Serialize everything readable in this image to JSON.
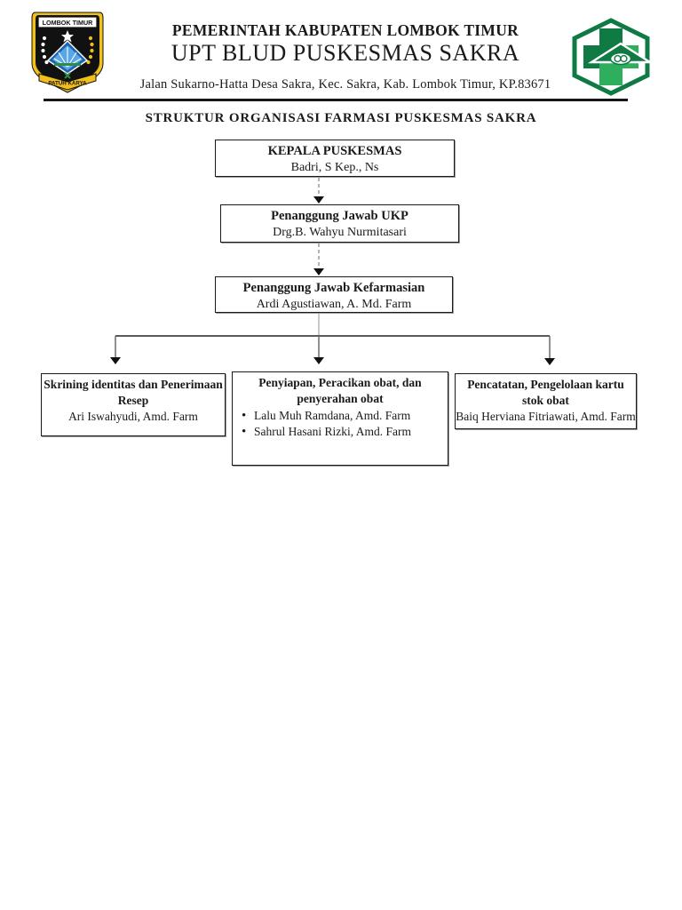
{
  "header": {
    "gov_name": "PEMERINTAH KABUPATEN LOMBOK TIMUR",
    "org_name": "UPT BLUD PUSKESMAS SAKRA",
    "address": "Jalan Sukarno-Hatta Desa Sakra, Kec. Sakra, Kab. Lombok Timur, KP.83671"
  },
  "logos": {
    "left": {
      "banner": "LOMBOK TIMUR",
      "ribbon": "PATUH KARYA"
    },
    "right": {
      "name": "puskesmas-logo"
    }
  },
  "title": "STRUKTUR ORGANISASI FARMASI PUSKESMAS SAKRA",
  "chart": {
    "nodes": [
      {
        "id": "kepala",
        "title": "KEPALA PUSKESMAS",
        "person": "Badri, S Kep., Ns"
      },
      {
        "id": "ukp",
        "title": "Penanggung Jawab UKP",
        "person": "Drg.B. Wahyu Nurmitasari"
      },
      {
        "id": "kefarmasian",
        "title": "Penanggung Jawab Kefarmasian",
        "person": "Ardi Agustiawan, A. Md. Farm"
      },
      {
        "id": "skrining",
        "title": "Skrining identitas dan Penerimaan Resep",
        "person": "Ari Iswahyudi, Amd. Farm"
      },
      {
        "id": "penyiapan",
        "title": "Penyiapan, Peracikan obat, dan penyerahan obat",
        "members": [
          "Lalu Muh Ramdana, Amd. Farm",
          "Sahrul Hasani Rizki, Amd. Farm"
        ]
      },
      {
        "id": "pencatatan",
        "title": "Pencatatan, Pengelolaan kartu stok obat",
        "person": "Baiq Herviana Fitriawati, Amd. Farm"
      }
    ]
  },
  "colors": {
    "ink": "#1a1a1a",
    "line_gray": "#5a5a5a",
    "dash_gray": "#9a9a9a",
    "logo_green_dark": "#0f7a44",
    "logo_green_light": "#2fae5d",
    "logo_yellow": "#f2c01d",
    "logo_blue": "#1e63b0"
  }
}
